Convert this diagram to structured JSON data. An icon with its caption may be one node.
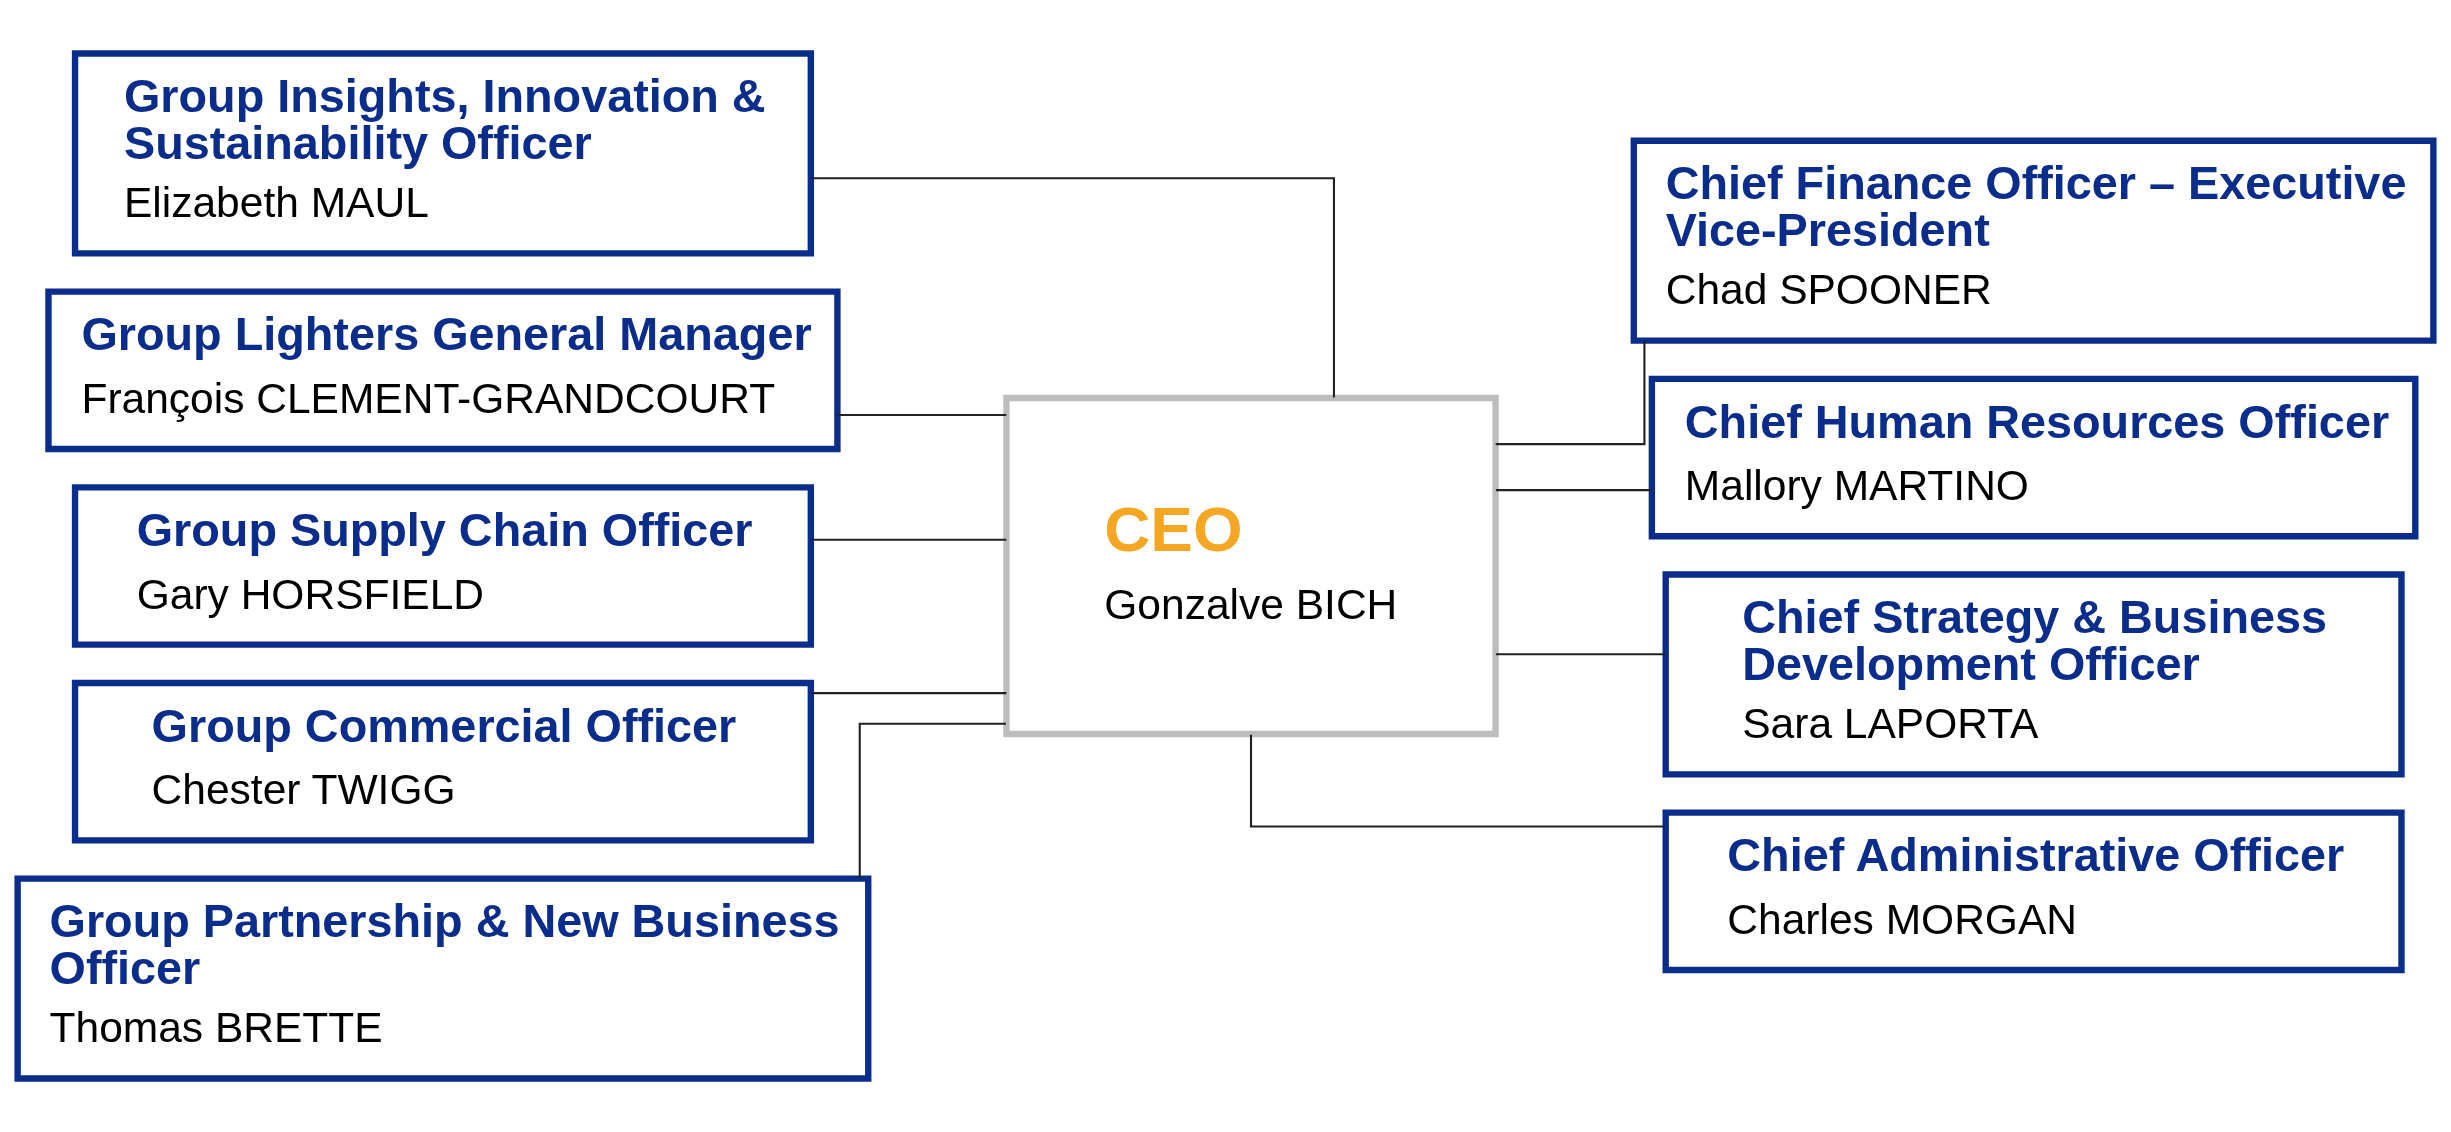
{
  "diagram": {
    "nodes": [
      {
        "text": [
          "Group Insights, Innovation & Sustainability Officer",
          "Elizabeth MAUL"
        ]
      },
      {
        "text": [
          "Group Lighters General Manager",
          "François CLEMENT-GRANDCOURT"
        ]
      },
      {
        "text": [
          "Group Supply Chain Officer",
          "Gary HORSFIELD"
        ]
      },
      {
        "text": [
          "Group Commercial Officer",
          "Chester TWIGG"
        ]
      },
      {
        "text": [
          "Group Partnership & New Business Officer",
          "Thomas BRETTE"
        ]
      },
      {
        "text": [
          "CEO",
          "Gonzalve BICH"
        ]
      },
      {
        "text": [
          "Chief Finance Officer – Executive Vice-President",
          "Chad SPOONER"
        ]
      },
      {
        "text": [
          "Chief Human Resources Officer",
          "Mallory MARTINO"
        ]
      },
      {
        "text": [
          "Chief Strategy & Business Development Officer",
          "Sara LAPORTA"
        ]
      },
      {
        "text": [
          "Chief Administrative Officer",
          "Charles MORGAN"
        ]
      }
    ],
    "edges": [
      {
        "from": 5,
        "to": 0,
        "arrow": "none"
      },
      {
        "from": 5,
        "to": 1,
        "arrow": "none"
      },
      {
        "from": 5,
        "to": 2,
        "arrow": "none"
      },
      {
        "from": 5,
        "to": 3,
        "arrow": "none"
      },
      {
        "from": 5,
        "to": 4,
        "arrow": "none"
      },
      {
        "from": 5,
        "to": 6,
        "arrow": "none"
      },
      {
        "from": 5,
        "to": 7,
        "arrow": "none"
      },
      {
        "from": 5,
        "to": 8,
        "arrow": "none"
      },
      {
        "from": 5,
        "to": 9,
        "arrow": "none"
      }
    ]
  }
}
